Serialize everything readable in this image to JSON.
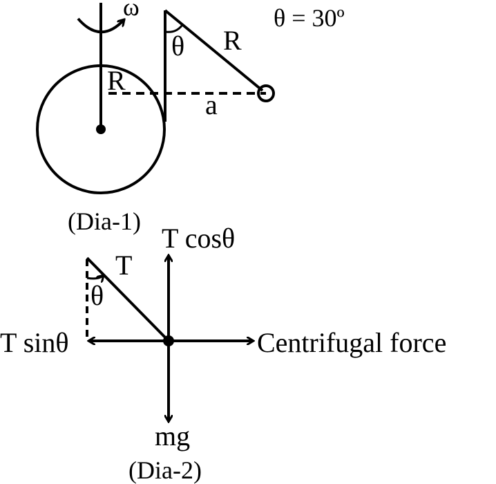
{
  "dia1": {
    "omega": "ω",
    "angle_given": "θ = 30º",
    "theta": "θ",
    "string_length": "R",
    "radius": "R",
    "distance": "a",
    "caption": "(Dia-1)"
  },
  "dia2": {
    "t_cos": "T cosθ",
    "tension": "T",
    "theta": "θ",
    "t_sin": "T sinθ",
    "centrifugal": "Centrifugal force",
    "weight": "mg",
    "caption": "(Dia-2)"
  },
  "colors": {
    "ink": "#000000",
    "background": "#ffffff"
  }
}
